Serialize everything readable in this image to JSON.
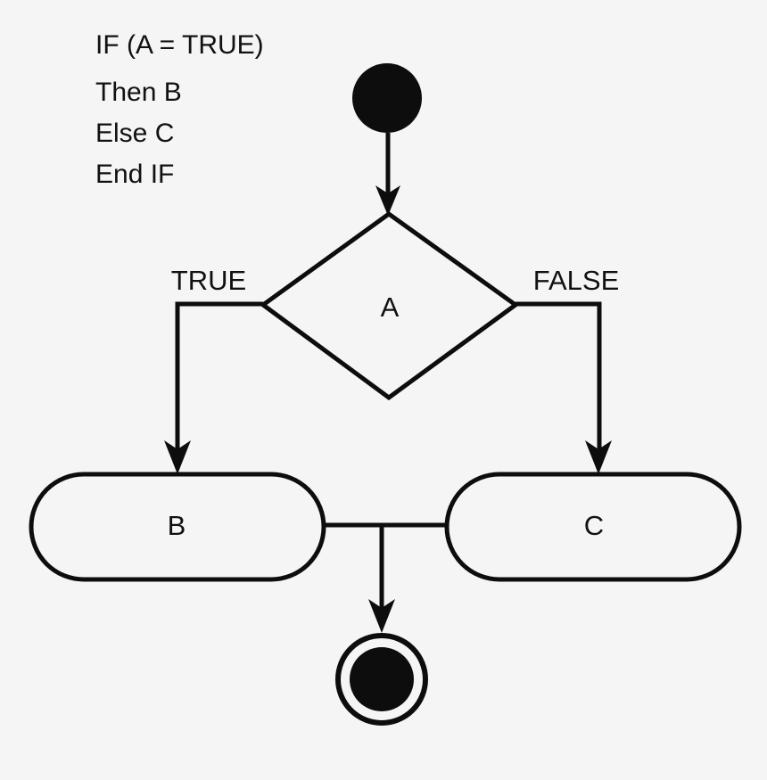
{
  "diagram": {
    "kind": "uml-activity-diagram",
    "background_color": "#f5f5f5",
    "line_color": "#0d0d0d",
    "text_color": "#111111"
  },
  "pseudocode": {
    "lines": [
      "IF (A = TRUE)",
      "Then B",
      "Else C",
      "End IF"
    ]
  },
  "nodes": {
    "start": {
      "type": "initial-node",
      "label": ""
    },
    "decision": {
      "type": "decision-node",
      "label": "A"
    },
    "action_b": {
      "type": "action-node",
      "label": "B"
    },
    "action_c": {
      "type": "action-node",
      "label": "C"
    },
    "end": {
      "type": "final-node",
      "label": ""
    }
  },
  "edges": {
    "start_to_decision": {
      "guard": ""
    },
    "decision_true": {
      "guard": "TRUE",
      "target": "B"
    },
    "decision_false": {
      "guard": "FALSE",
      "target": "C"
    },
    "merge_to_end": {
      "guard": ""
    }
  }
}
